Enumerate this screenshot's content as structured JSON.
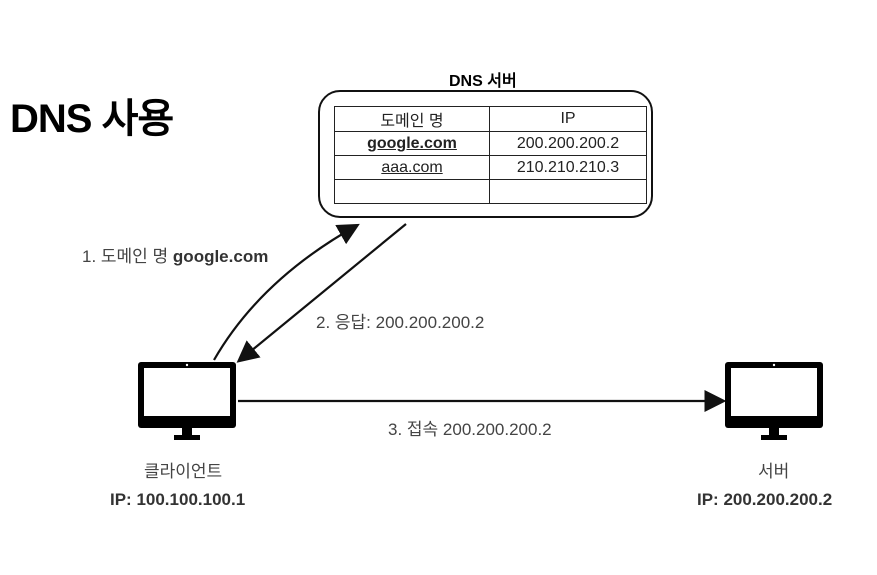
{
  "title": "DNS 사용",
  "dns_server": {
    "title": "DNS 서버",
    "table": {
      "headers": [
        "도메인 명",
        "IP"
      ],
      "rows": [
        {
          "domain": "google.com",
          "ip": "200.200.200.2"
        },
        {
          "domain": "aaa.com",
          "ip": "210.210.210.3"
        },
        {
          "domain": "",
          "ip": ""
        }
      ]
    }
  },
  "steps": {
    "step1_prefix": "1. 도메인 명",
    "step1_domain": "google.com",
    "step2": "2. 응답: 200.200.200.2",
    "step3": "3. 접속 200.200.200.2"
  },
  "client": {
    "label": "클라이언트",
    "ip": "IP: 100.100.100.1"
  },
  "server": {
    "label": "서버",
    "ip": "IP: 200.200.200.2"
  }
}
